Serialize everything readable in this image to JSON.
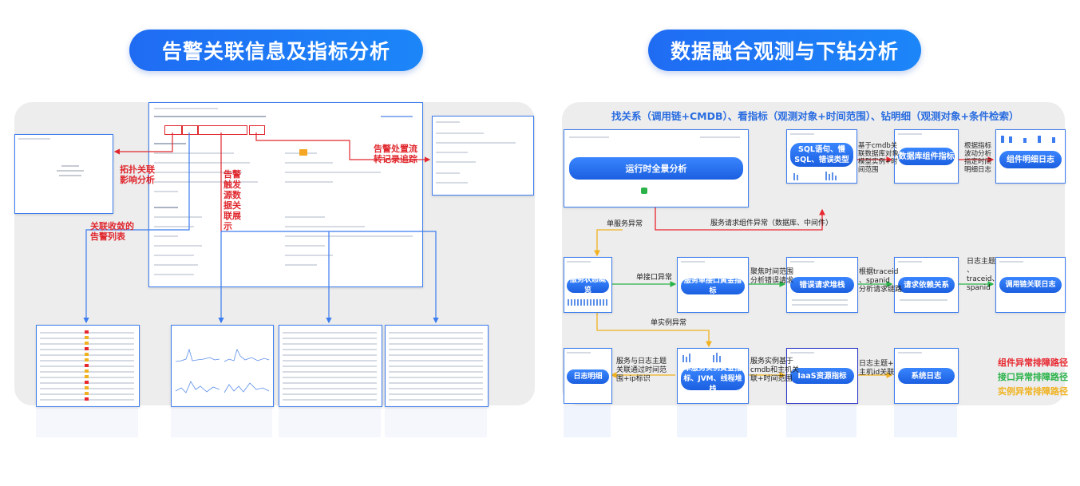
{
  "left": {
    "title": "告警关联信息及指标分析",
    "annotations": {
      "topo": "拓扑关联\n影响分析",
      "source": "告警\n触发\n源数\n据关\n联展\n示",
      "flow": "告警处置流\n转记录追踪",
      "alarms": "关联收敛的\n告警列表"
    }
  },
  "right": {
    "title": "数据融合观测与下钻分析",
    "subtitle": "找关系（调用链+CMDB）、看指标（观测对象+时间范围）、钻明细（观测对象+条件检索）",
    "nodes": {
      "overview": "运行时全景分析",
      "sql": "SQL语句、慢SQL、错误类型",
      "db": "数据库组件指标",
      "comp_log": "组件明细日志",
      "svc_status": "服务状态概览",
      "svc_if": "服务单接口黄金指标",
      "err_stack": "错误请求堆栈",
      "req_dep": "请求依赖关系",
      "trace_log": "调用链关联日志",
      "log_detail": "日志明细",
      "inst": "单服务实例黄金指标、JVM、线程堆栈",
      "iaas": "IaaS资源指标",
      "syslog": "系统日志"
    },
    "edges": {
      "sql_db": "基于cmdb关\n联数据库对象\n模型实例+时\n间范围",
      "db_log": "根据指标\n波动分析\n指定时间\n明细日志",
      "svc_err": "服务请求组件异常（数据库、中间件）",
      "single_svc": "单服务异常",
      "single_if": "单接口异常",
      "range": "聚焦时间范围\n分析错误请求",
      "traceid": "根据traceid\n、spanid\n分析请求链路",
      "log_theme": "日志主题\n、\ntraceid、\nspanid",
      "single_inst": "单实例异常",
      "svc_log": "服务与日志主题\n关联通过时间范\n围+ip标识",
      "inst_iaas": "服务实例基于\ncmdb和主机关\n联+时间范围",
      "host_log": "日志主题+\n主机id关联"
    },
    "legend": [
      {
        "label": "组件异常排障路径",
        "color": "#e8262e"
      },
      {
        "label": "接口异常排障路径",
        "color": "#2bb34a"
      },
      {
        "label": "实例异常排障路径",
        "color": "#f0b21f"
      }
    ]
  },
  "colors": {
    "accent": "#1f6cf3",
    "red": "#e8262e",
    "green": "#2bb34a",
    "yellow": "#f0b21f",
    "panel": "#ededed"
  }
}
